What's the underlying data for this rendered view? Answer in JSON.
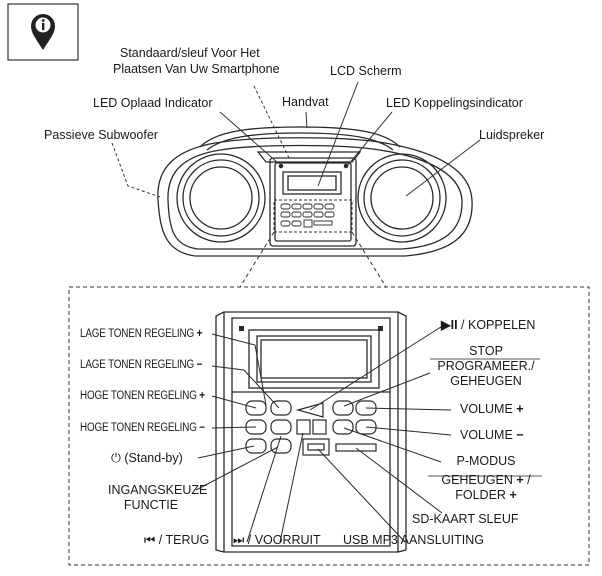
{
  "top_labels": {
    "standaard_line1": "Standaard/sleuf Voor Het",
    "standaard_line2": "Plaatsen Van Uw Smartphone",
    "lcd": "LCD Scherm",
    "handvat": "Handvat",
    "led_oplaad": "LED Oplaad Indicator",
    "led_koppeling": "LED Koppelingsindicator",
    "subwoofer": "Passieve Subwoofer",
    "luidspreker": "Luidspreker"
  },
  "panel_left": {
    "bass_plus": "LAGE TONEN REGELING",
    "bass_minus": "LAGE TONEN REGELING",
    "treble_plus": "HOGE TONEN REGELING",
    "treble_minus": "HOGE TONEN REGELING",
    "standby": "(Stand-by)",
    "input_line1": "INGANGSKEUZE",
    "input_line2": "FUNCTIE"
  },
  "panel_right": {
    "play_pair": "/ KOPPELEN",
    "stop_line1": "STOP",
    "stop_line2": "PROGRAMEER./",
    "stop_line3": "GEHEUGEN",
    "vol_plus": "VOLUME",
    "vol_minus": "VOLUME",
    "pmode": "P-MODUS",
    "mem_line1": "GEHEUGEN",
    "mem_line2": "FOLDER",
    "sd": "SD-KAART SLEUF"
  },
  "panel_bottom": {
    "back": "/ TERUG",
    "forward": "/ VOORRUIT",
    "usb": "USB MP3 AANSLUITING"
  },
  "symbols": {
    "plus": "+",
    "minus": "−",
    "slash": "/",
    "power_glyph": "⏻",
    "play_glyph": "▶II",
    "prev_glyph": "⏮",
    "next_glyph": "⏭",
    "info_glyph": "i"
  }
}
